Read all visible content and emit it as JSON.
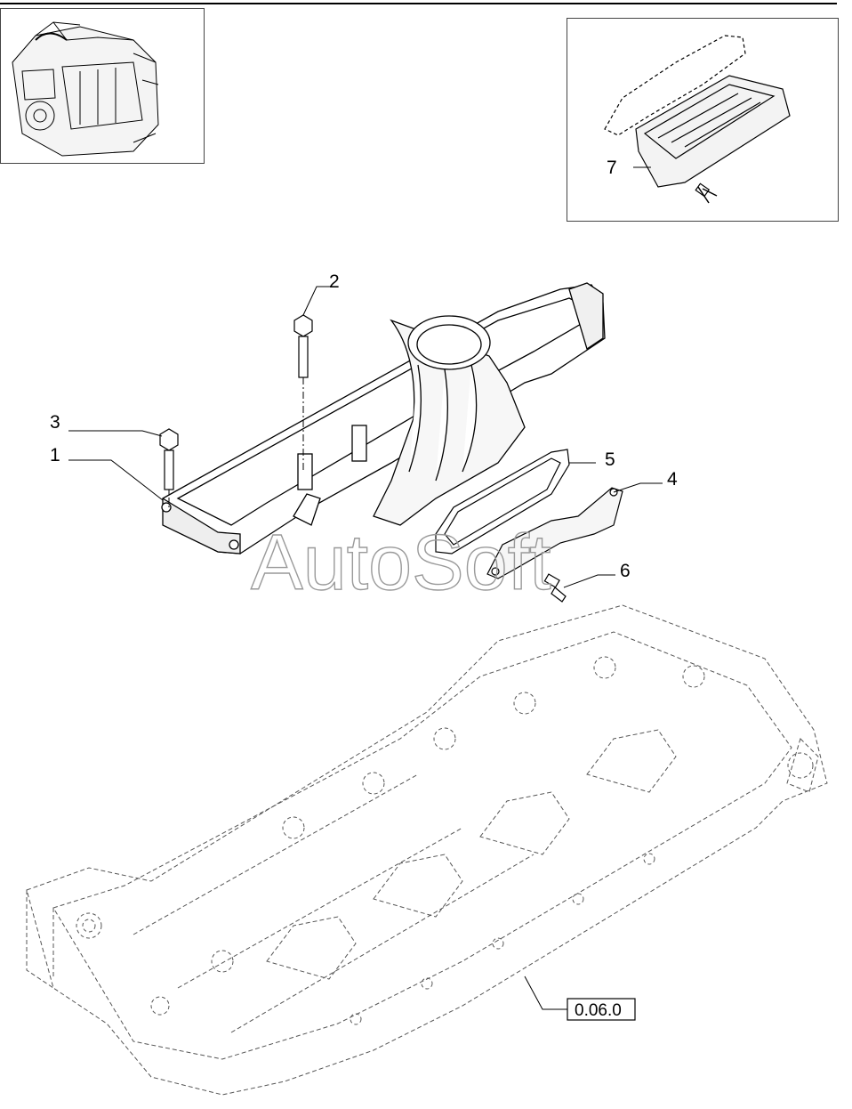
{
  "callouts": {
    "c1": "1",
    "c2": "2",
    "c3": "3",
    "c4": "4",
    "c5": "5",
    "c6": "6",
    "c7": "7"
  },
  "reference_box": "0.06.0",
  "watermark": "AutoSoft",
  "icons": [
    "engine-thumbnail-icon",
    "intercooler-inset-icon"
  ]
}
